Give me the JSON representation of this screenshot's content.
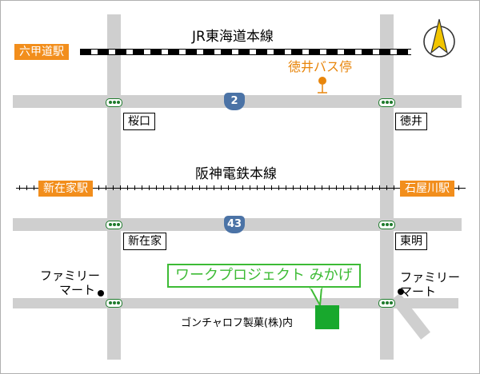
{
  "rail_lines": {
    "jr": "JR東海道本線",
    "hanshin": "阪神電鉄本線"
  },
  "stations": {
    "rokko_michi": "六甲道駅",
    "shin_zaike": "新在家駅",
    "ishiyagawa": "石屋川駅"
  },
  "bus_stop": "徳井バス停",
  "routes": {
    "upper": "2",
    "lower": "43"
  },
  "intersections": {
    "sakuraguchi": "桜口",
    "tokui": "徳井",
    "shin_zaike": "新在家",
    "higashi_akashi": "東明"
  },
  "landmarks": {
    "family_mart_left": [
      "ファミリー",
      "マート"
    ],
    "family_mart_right": [
      "ファミリー",
      "マート"
    ],
    "gonchaloff": "ゴンチャロフ製菓(株)内"
  },
  "destination": "ワークプロジェクト みかげ",
  "colors": {
    "road": "#cfcfcf",
    "station": "#f28e1c",
    "bus": "#e8860c",
    "route_sign": "#4b73a6",
    "signal": "#1e7a2c",
    "destination": "#3dbb35",
    "compass": "#f2c500"
  },
  "icons": [
    "north-arrow-icon",
    "bus-stop-icon",
    "traffic-signal-icon",
    "route-sign-icon"
  ]
}
